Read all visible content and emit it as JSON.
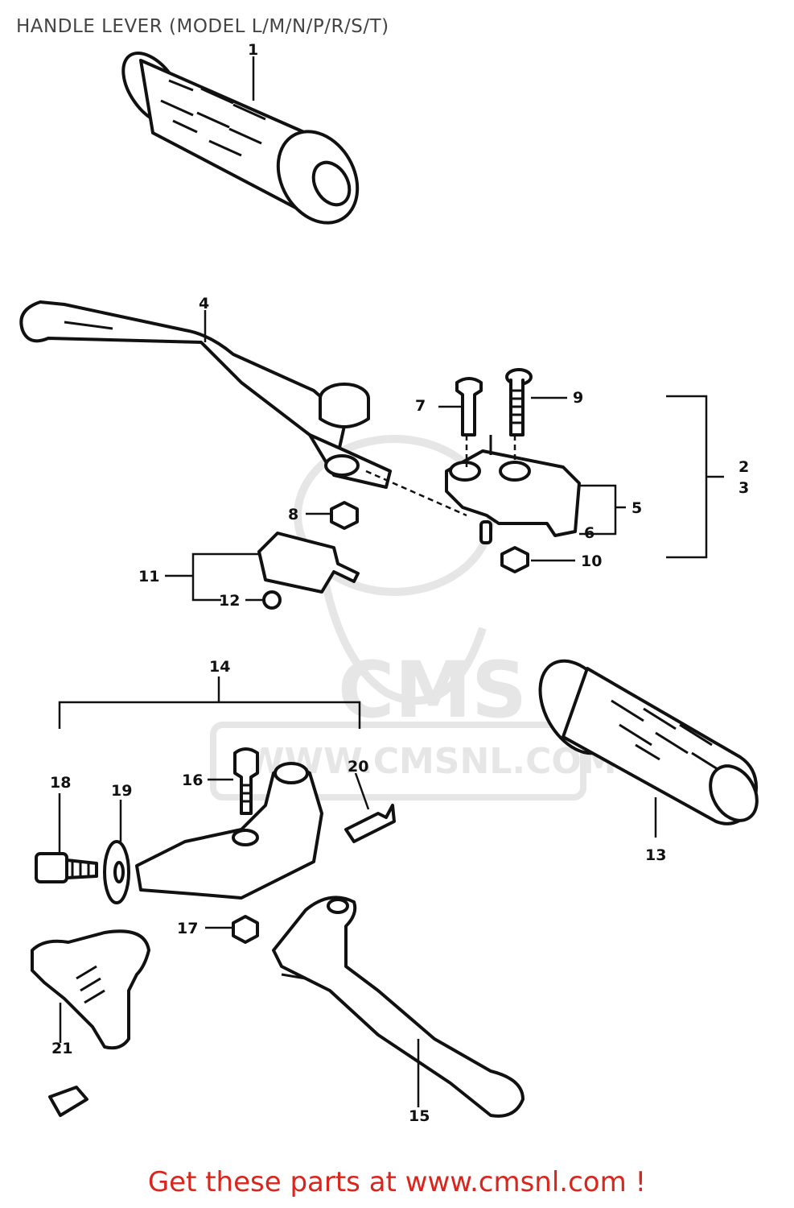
{
  "title": "HANDLE LEVER (MODEL L/M/N/P/R/S/T)",
  "footer": "Get these parts at www.cmsnl.com !",
  "watermark": {
    "logo_text": "CMS",
    "url_text": "WWW.CMSNL.COM"
  },
  "callouts": {
    "p1": "1",
    "p2": "2",
    "p3": "3",
    "p4": "4",
    "p5": "5",
    "p6": "6",
    "p7": "7",
    "p8": "8",
    "p9": "9",
    "p10": "10",
    "p11": "11",
    "p12": "12",
    "p13": "13",
    "p14": "14",
    "p15": "15",
    "p16": "16",
    "p17": "17",
    "p18": "18",
    "p19": "19",
    "p20": "20",
    "p21": "21"
  },
  "colors": {
    "footer_text": "#d9251c",
    "line_art": "#111111",
    "watermark": "#e6e6e6"
  }
}
